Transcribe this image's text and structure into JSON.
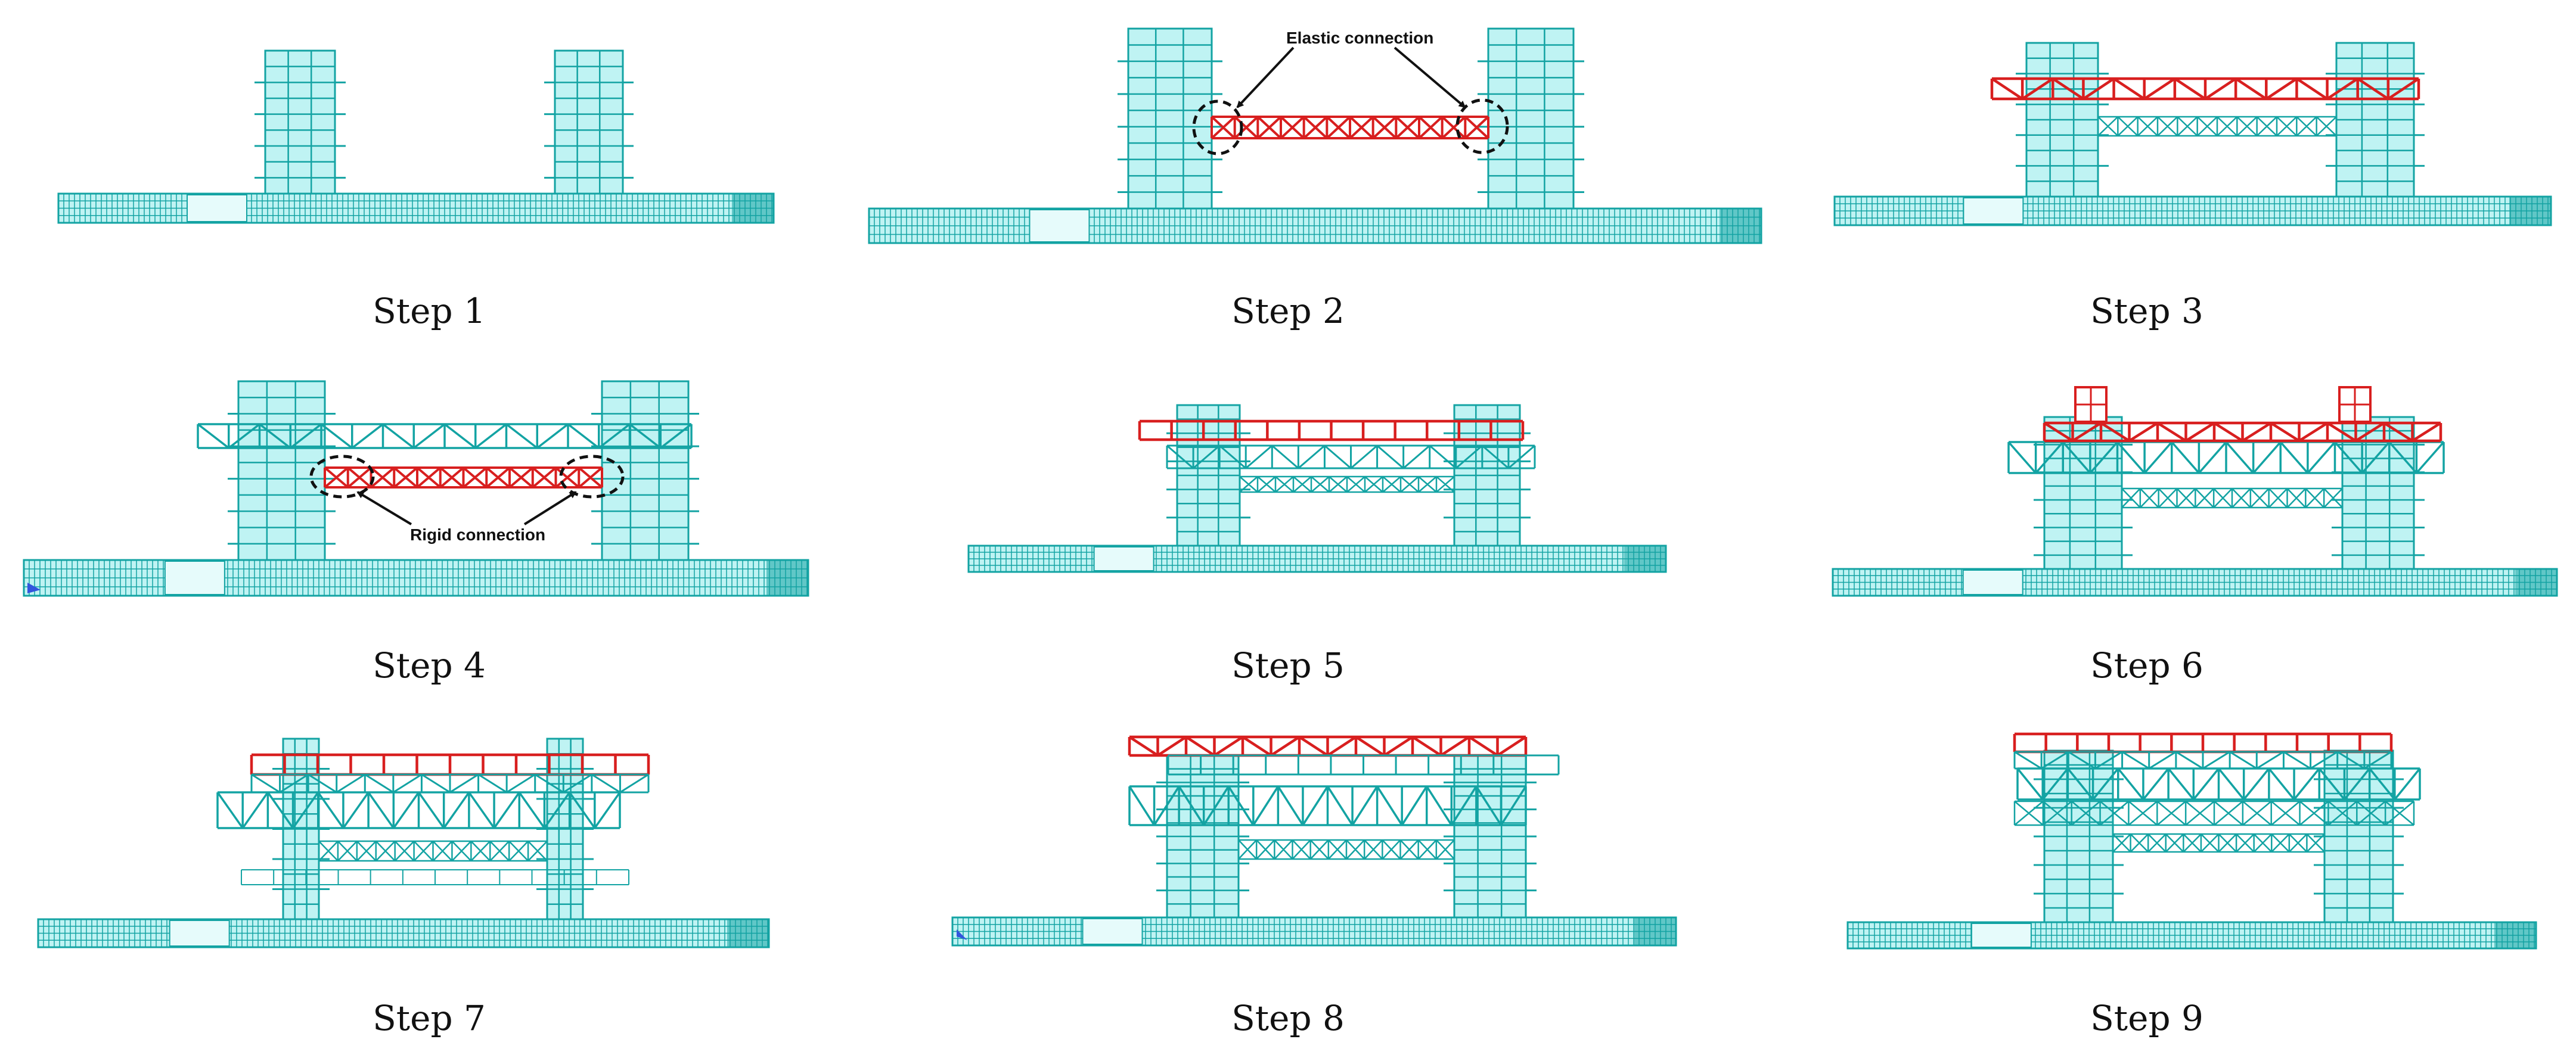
{
  "figure": {
    "colors": {
      "structure": "#13a3a3",
      "fill": "#bff3f3",
      "new_member": "#d81f1f",
      "annotation": "#111111",
      "support_marker": "#3355dd"
    },
    "steps": [
      {
        "label": "Step 1"
      },
      {
        "label": "Step 2",
        "annotation": "Elastic connection"
      },
      {
        "label": "Step 3"
      },
      {
        "label": "Step 4",
        "annotation": "Rigid connection"
      },
      {
        "label": "Step 5"
      },
      {
        "label": "Step 6"
      },
      {
        "label": "Step 7"
      },
      {
        "label": "Step 8"
      },
      {
        "label": "Step 9"
      }
    ]
  }
}
